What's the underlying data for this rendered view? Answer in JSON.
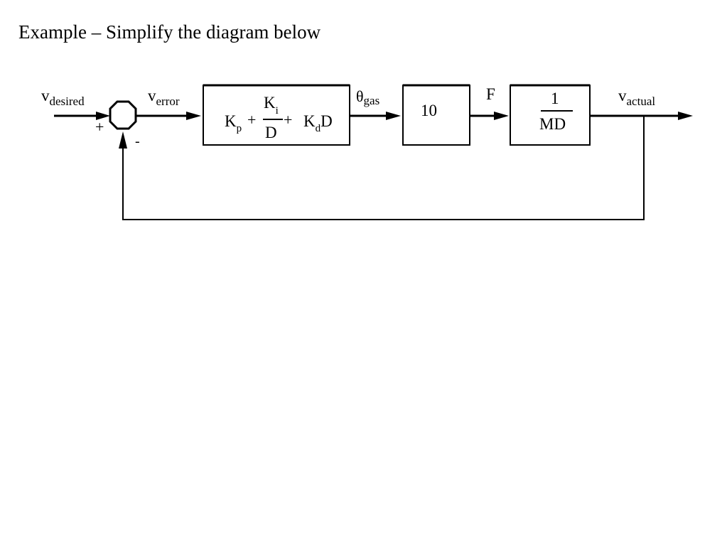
{
  "slide": {
    "title": "Example – Simplify the diagram below"
  },
  "diagram": {
    "signals": {
      "v_desired": {
        "base": "v",
        "sub": "desired"
      },
      "v_error": {
        "base": "v",
        "sub": "error"
      },
      "theta_gas": {
        "base": "θ",
        "sub": "gas"
      },
      "force": {
        "base": "F"
      },
      "v_actual": {
        "base": "v",
        "sub": "actual"
      }
    },
    "summing_junction": {
      "plus": "+",
      "minus": "-"
    },
    "blocks": {
      "controller": {
        "kp_base": "K",
        "kp_sub": "p",
        "plus1": "+",
        "ki_base": "K",
        "ki_sub": "i",
        "ki_denominator": "D",
        "plus2": "+",
        "kd_base": "K",
        "kd_sub": "d",
        "kd_suffix": "D"
      },
      "gain": {
        "value": "10"
      },
      "plant": {
        "numerator": "1",
        "denominator": "MD"
      }
    }
  }
}
